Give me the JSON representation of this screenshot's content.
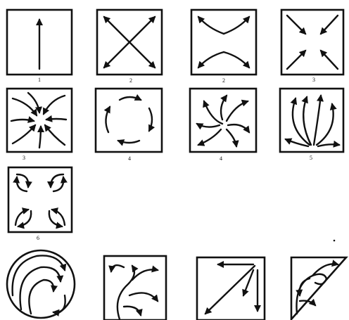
{
  "figure": {
    "rows": [
      {
        "row": 1,
        "panels": [
          {
            "id": "p1",
            "motif": "single-upward-arrow",
            "number": "1"
          },
          {
            "id": "p2",
            "motif": "diagonal-arrows-outward-to-corners",
            "number": "2"
          },
          {
            "id": "p3",
            "motif": "curved-arrows-outward-to-corners",
            "number": "2"
          },
          {
            "id": "p4",
            "motif": "diagonal-arrows-inward-from-corners",
            "number": "3"
          }
        ]
      },
      {
        "row": 2,
        "panels": [
          {
            "id": "p5",
            "motif": "curved-arrows-converging-to-center",
            "number": "3"
          },
          {
            "id": "p6",
            "motif": "circular-rotating-arrows",
            "number": "4"
          },
          {
            "id": "p7",
            "motif": "curved-arrows-radiating-pinwheel",
            "number": "4"
          },
          {
            "id": "p8",
            "motif": "fountain-arcs-rising-from-bottom",
            "number": "5"
          }
        ]
      },
      {
        "row": 3,
        "panels": [
          {
            "id": "p9",
            "motif": "paired-curved-arrows-in-four-quadrants",
            "number": "6"
          }
        ]
      },
      {
        "row": 4,
        "panels": [
          {
            "id": "p10",
            "frame": "circle",
            "motif": "nested-spiral-arcs",
            "number": ""
          },
          {
            "id": "p11",
            "frame": "square",
            "motif": "branching-scroll-curves",
            "number": ""
          },
          {
            "id": "p12",
            "frame": "square",
            "motif": "diagonal-and-edge-arrows",
            "number": ""
          },
          {
            "id": "p13",
            "frame": "triangle",
            "motif": "corner-scroll-ornament",
            "number": ""
          }
        ]
      }
    ]
  },
  "colors": {
    "ink": "#111111",
    "paper": "#ffffff"
  }
}
